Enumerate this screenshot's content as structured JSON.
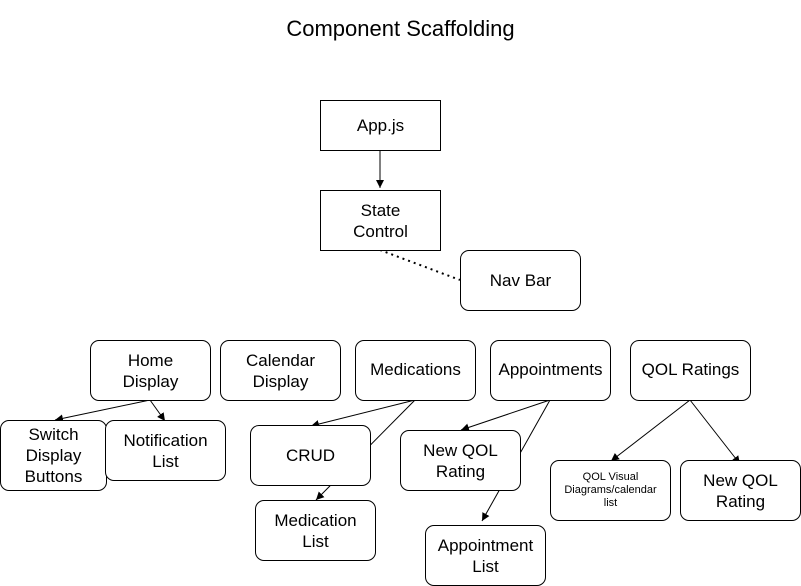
{
  "title": "Component Scaffolding",
  "nodes": {
    "app": "App.js",
    "state": "State\nControl",
    "navbar": "Nav Bar",
    "home": "Home\nDisplay",
    "calendar": "Calendar\nDisplay",
    "medications": "Medications",
    "appointments": "Appointments",
    "qol": "QOL Ratings",
    "switch": "Switch\nDisplay\nButtons",
    "notification": "Notification\nList",
    "crud": "CRUD",
    "medlist": "Medication\nList",
    "newqol1": "New QOL\nRating",
    "applist": "Appointment\nList",
    "qolvisual": "QOL Visual\nDiagrams/calendar\nlist",
    "newqol2": "New QOL\nRating"
  }
}
